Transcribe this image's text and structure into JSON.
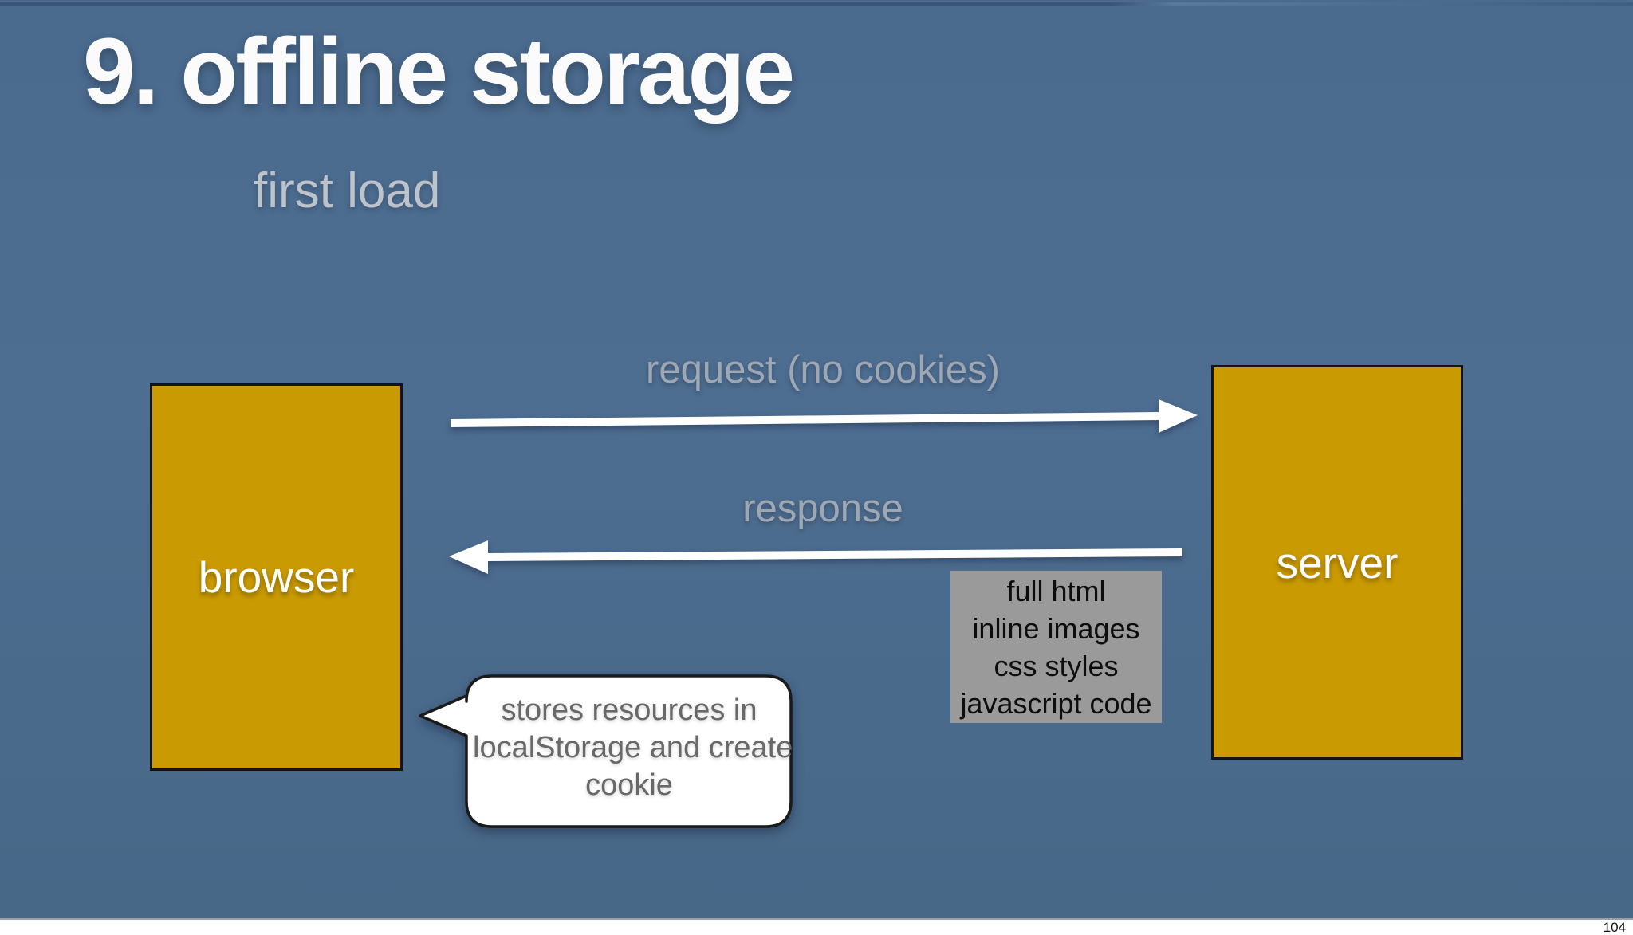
{
  "slide": {
    "title": "9. offline storage",
    "subtitle": "first load",
    "page_number": "104"
  },
  "diagram": {
    "browser_label": "browser",
    "server_label": "server",
    "request_label": "request (no cookies)",
    "response_label": "response",
    "payload_lines": [
      "full html",
      "inline images",
      "css styles",
      "javascript code"
    ],
    "note_lines": [
      "stores resources in",
      "localStorage and create",
      "cookie"
    ]
  },
  "colors": {
    "background": "#4A6A8E",
    "entity_fill": "#C99A02",
    "payload_bg": "#9A9A9A",
    "arrow_label": "#9EA8B4",
    "note_text": "#686868",
    "arrow": "#FFFFFF"
  }
}
